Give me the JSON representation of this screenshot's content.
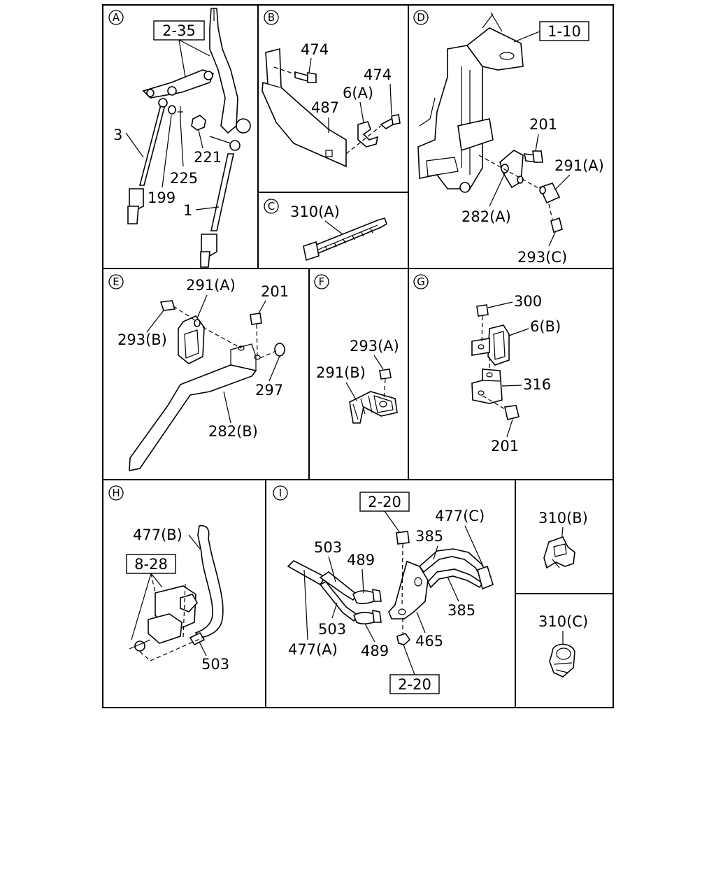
{
  "panels": {
    "A": {
      "letter": "A",
      "ref": "2-35",
      "labels": [
        "3",
        "225",
        "199",
        "221",
        "1"
      ]
    },
    "B": {
      "letter": "B",
      "labels": [
        "474",
        "474",
        "6(A)",
        "487"
      ]
    },
    "C": {
      "letter": "C",
      "labels": [
        "310(A)"
      ]
    },
    "D": {
      "letter": "D",
      "ref": "1-10",
      "labels": [
        "201",
        "291(A)",
        "282(A)",
        "293(C)"
      ]
    },
    "E": {
      "letter": "E",
      "labels": [
        "291(A)",
        "201",
        "293(B)",
        "297",
        "282(B)"
      ]
    },
    "F": {
      "letter": "F",
      "labels": [
        "293(A)",
        "291(B)"
      ]
    },
    "G": {
      "letter": "G",
      "labels": [
        "300",
        "6(B)",
        "316",
        "201"
      ]
    },
    "H": {
      "letter": "H",
      "ref": "8-28",
      "labels": [
        "477(B)",
        "503"
      ]
    },
    "I": {
      "letter": "I",
      "ref_top": "2-20",
      "ref_bottom": "2-20",
      "labels": [
        "477(C)",
        "385",
        "503",
        "489",
        "385",
        "503",
        "465",
        "477(A)",
        "489"
      ]
    },
    "I2": {
      "labels": [
        "310(B)",
        "310(C)"
      ]
    }
  }
}
